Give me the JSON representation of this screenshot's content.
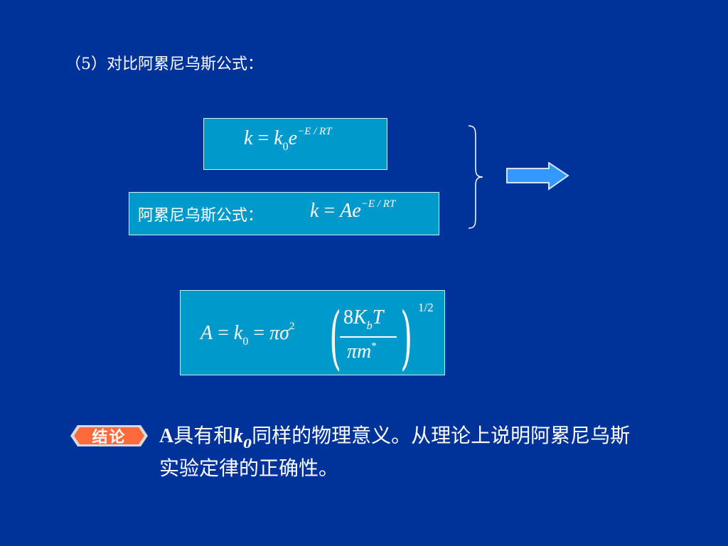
{
  "heading": "（5）对比阿累尼乌斯公式：",
  "formula1": {
    "lhs": "k",
    "eq": " = ",
    "k": "k",
    "k_sub": "0",
    "e": "e",
    "exponent": "−E / RT"
  },
  "formula2": {
    "label": "阿累尼乌斯公式：",
    "lhs": "k",
    "eq": " = ",
    "A": "A",
    "e": "e",
    "exponent": "−E / RT"
  },
  "formula3": {
    "A": "A",
    "eq1": " = ",
    "k": "k",
    "k_sub": "0",
    "eq2": " = ",
    "pi_sigma": "πσ",
    "sigma_exp": "2",
    "num_8": "8",
    "num_K": "K",
    "num_b": "b",
    "num_T": "T",
    "den_pim": "πm",
    "den_star": "*",
    "paren_l": "(",
    "paren_r": ")",
    "outer_exp": "1/2"
  },
  "conclusion": {
    "badge_label": "结论",
    "bold_A": "A",
    "text_1": "具有和",
    "k": "k",
    "k_sub": "0",
    "text_2": "同样的物理意义。从理论上说明阿累尼乌斯实验定律的正确性。"
  },
  "colors": {
    "background": "#003399",
    "box_fill": "#0099cc",
    "badge_fill": "#ff6a3d",
    "arrow_fill": "#3399ff"
  },
  "icons": {
    "brace": "right-curly-brace-icon",
    "arrow": "right-arrow-icon"
  }
}
